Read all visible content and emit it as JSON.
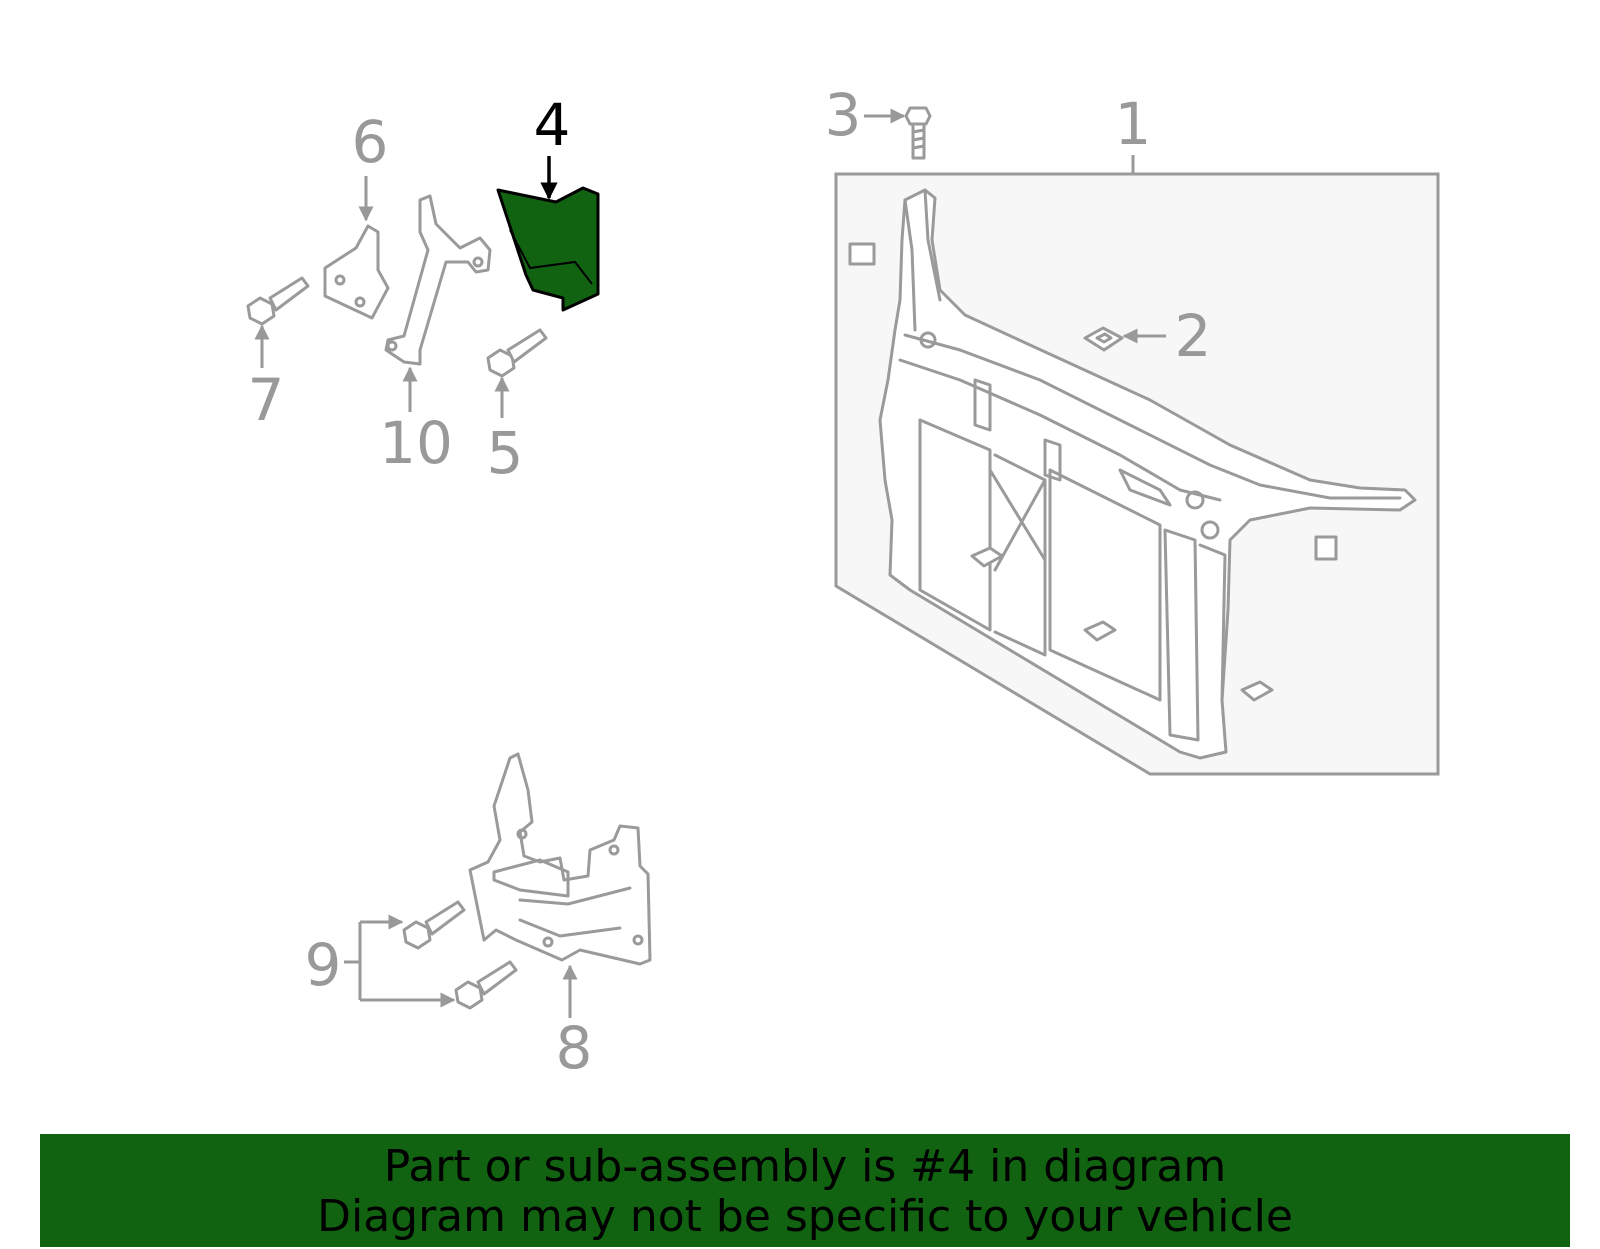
{
  "diagram": {
    "highlight_color": "#116311",
    "line_color": "#9a9a9a",
    "highlighted_callout": "4",
    "callouts": {
      "c1": "1",
      "c2": "2",
      "c3": "3",
      "c4": "4",
      "c5": "5",
      "c6": "6",
      "c7": "7",
      "c8": "8",
      "c9": "9",
      "c10": "10"
    }
  },
  "banner": {
    "line1": "Part or sub-assembly is #4 in diagram",
    "line2": "Diagram may not be specific to your vehicle",
    "background": "#116311"
  }
}
